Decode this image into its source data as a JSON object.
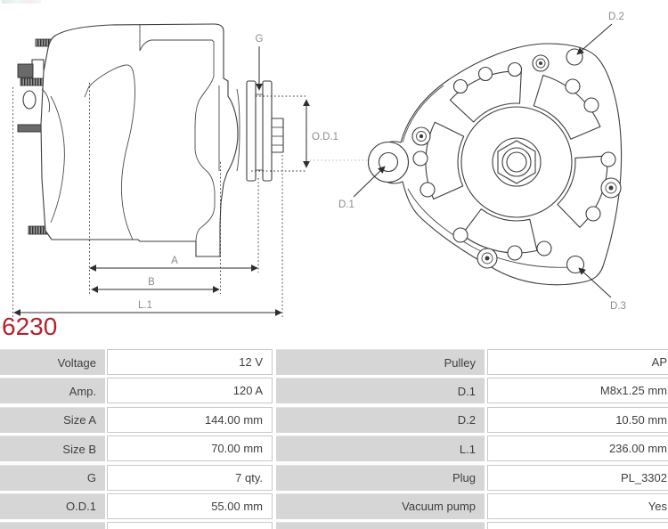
{
  "part": {
    "code": "6230"
  },
  "diagram": {
    "side_view_labels": {
      "g": "G",
      "od1": "O.D.1",
      "a": "A",
      "b": "B",
      "l1": "L.1"
    },
    "front_view_labels": {
      "d1": "D.1",
      "d2": "D.2",
      "d3": "D.3"
    }
  },
  "spec_table": {
    "rows": [
      {
        "label1": "Voltage",
        "value1": "12 V",
        "label2": "Pulley",
        "value2": "AP"
      },
      {
        "label1": "Amp.",
        "value1": "120 A",
        "label2": "D.1",
        "value2": "M8x1.25 mm"
      },
      {
        "label1": "Size A",
        "value1": "144.00 mm",
        "label2": "D.2",
        "value2": "10.50 mm"
      },
      {
        "label1": "Size B",
        "value1": "70.00 mm",
        "label2": "L.1",
        "value2": "236.00 mm"
      },
      {
        "label1": "G",
        "value1": "7 qty.",
        "label2": "Plug",
        "value2": "PL_3302"
      },
      {
        "label1": "O.D.1",
        "value1": "55.00 mm",
        "label2": "Vacuum pump",
        "value2": "Yes"
      }
    ]
  },
  "colors": {
    "accent_red": "#b5222d",
    "table_label_bg": "#d6d6d6",
    "line": "#3d3d3d",
    "dim_label": "#8c8c8c"
  }
}
